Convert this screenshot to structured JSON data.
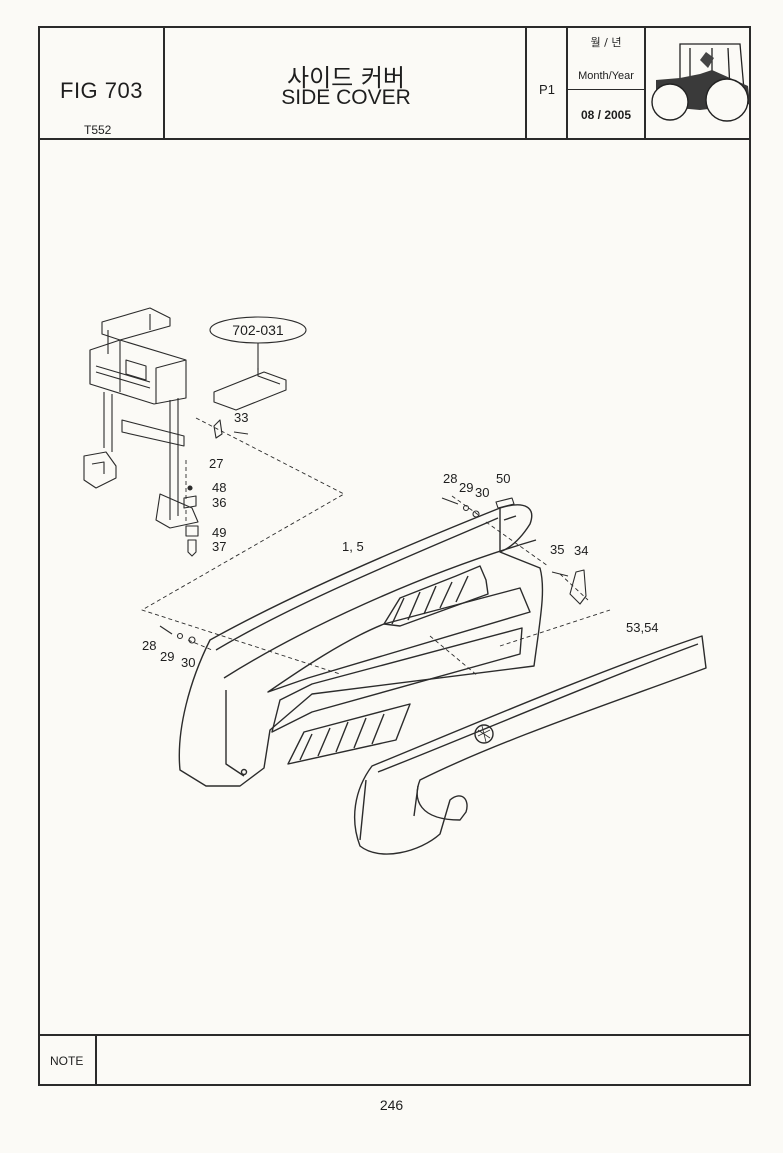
{
  "header": {
    "fig_number": "FIG 703",
    "model": "T552",
    "title_korean": "사이드 커버",
    "title_english": "SIDE COVER",
    "page_code": "P1",
    "date_label_korean": "월 / 년",
    "date_label": "Month/Year",
    "date_value": "08 / 2005"
  },
  "diagram": {
    "reference_callout": "702-031",
    "part_labels": {
      "p33": "33",
      "p27": "27",
      "p48": "48",
      "p36": "36",
      "p49": "49",
      "p37": "37",
      "p28_top": "28",
      "p29_top": "29",
      "p30_top": "30",
      "p50": "50",
      "p1_5": "1, 5",
      "p35": "35",
      "p34": "34",
      "p53_54": "53,54",
      "p28_left": "28",
      "p29_left": "29",
      "p30_left": "30"
    }
  },
  "note": {
    "label": "NOTE"
  },
  "footer": {
    "page_number": "246"
  }
}
